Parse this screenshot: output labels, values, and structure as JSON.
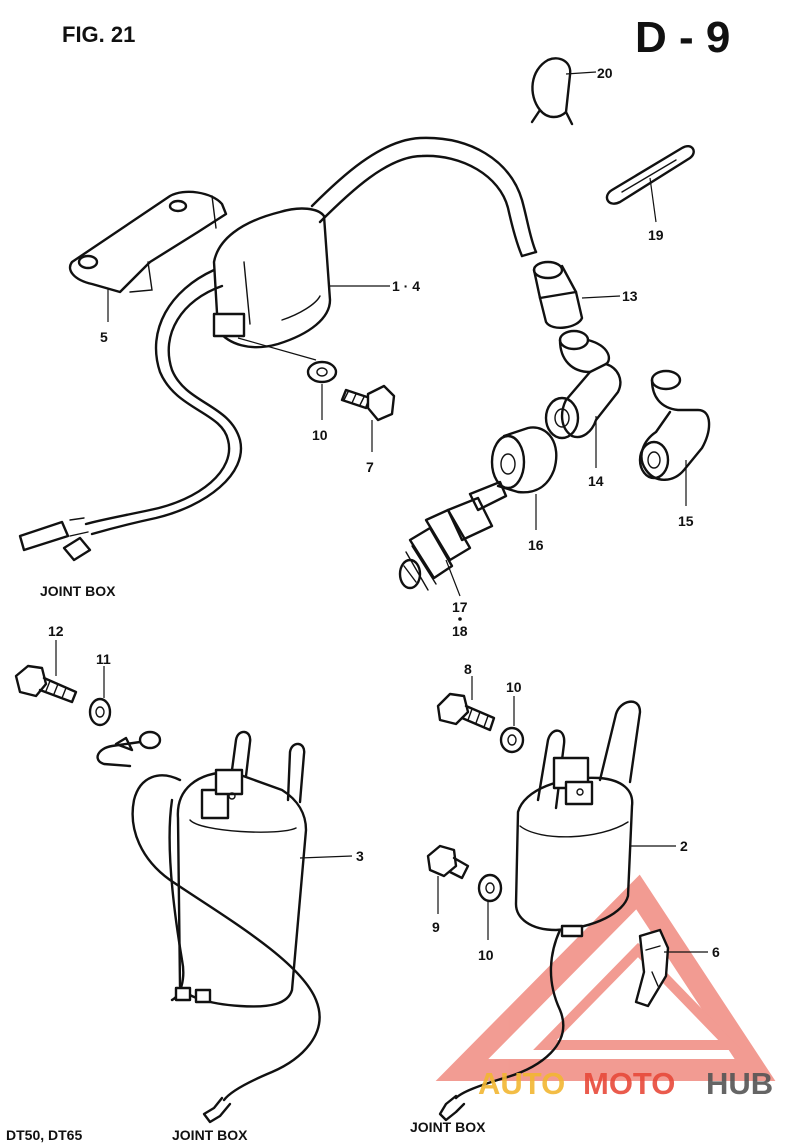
{
  "header": {
    "fig_label": "FIG. 21",
    "page_code": "D - 9"
  },
  "captions": {
    "joint_box_top": "JOINT BOX",
    "joint_box_left": "JOINT BOX",
    "joint_box_right": "JOINT BOX",
    "models": "DT50, DT65"
  },
  "part_numbers": {
    "p1_4": "1 · 4",
    "p2": "2",
    "p3": "3",
    "p5": "5",
    "p6": "6",
    "p7": "7",
    "p8": "8",
    "p9": "9",
    "p10a": "10",
    "p10b": "10",
    "p10c": "10",
    "p11": "11",
    "p12": "12",
    "p13": "13",
    "p14": "14",
    "p15": "15",
    "p16": "16",
    "p17": "17",
    "p18": "18",
    "p19": "19",
    "p20": "20"
  },
  "watermark": {
    "text_a": "AUTO",
    "text_b": "MOTO",
    "text_c": "HUB",
    "color_a": "#f2b632",
    "color_b": "#e84a3a",
    "color_c": "#555555",
    "triangle_color": "#e84a3a"
  }
}
